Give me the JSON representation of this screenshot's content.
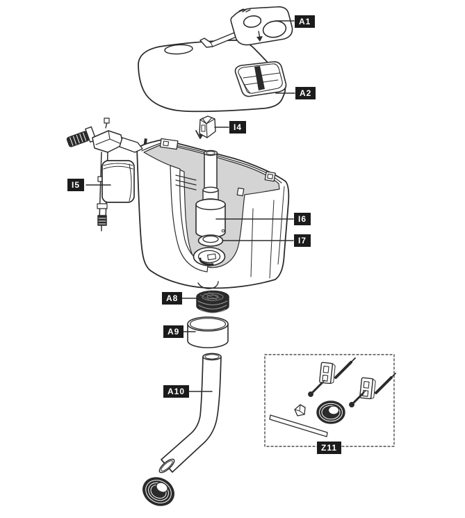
{
  "colors": {
    "background": "#ffffff",
    "line": "#2b2b2b",
    "cutaway_shade": "#d4d4d4",
    "label_bg": "#1b1b1b",
    "label_text": "#ffffff"
  },
  "diagram": {
    "kind": "exploded-parts-diagram-cistern",
    "labels": [
      {
        "id": "a1",
        "text": "A1"
      },
      {
        "id": "a2",
        "text": "A2"
      },
      {
        "id": "i4",
        "text": "I4"
      },
      {
        "id": "i5",
        "text": "I5"
      },
      {
        "id": "i6",
        "text": "I6"
      },
      {
        "id": "i7",
        "text": "I7"
      },
      {
        "id": "a8",
        "text": "A8"
      },
      {
        "id": "a9",
        "text": "A9"
      },
      {
        "id": "a10",
        "text": "A10"
      },
      {
        "id": "z11",
        "text": "Z11"
      }
    ]
  }
}
